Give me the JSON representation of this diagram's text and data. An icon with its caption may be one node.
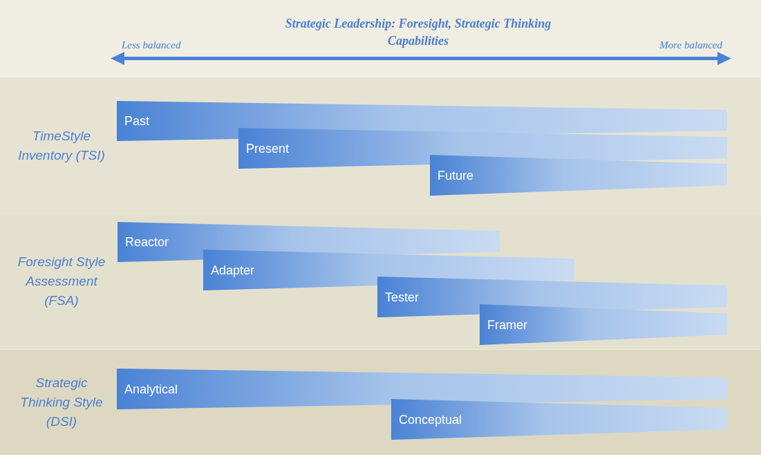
{
  "diagram": {
    "title": "Strategic Leadership: Foresight, Strategic Thinking Capabilities",
    "nodes": [
      {
        "text": [
          "TimeStyle Inventory (TSI)"
        ]
      },
      {
        "text": [
          "Past"
        ],
        "in": 0
      },
      {
        "text": [
          "Present"
        ],
        "in": 0
      },
      {
        "text": [
          "Future"
        ],
        "in": 0
      },
      {
        "text": [
          "Foresight Style Assessment (FSA)"
        ]
      },
      {
        "text": [
          "Reactor"
        ],
        "in": 4
      },
      {
        "text": [
          "Adapter"
        ],
        "in": 4
      },
      {
        "text": [
          "Tester"
        ],
        "in": 4
      },
      {
        "text": [
          "Framer"
        ],
        "in": 4
      },
      {
        "text": [
          "Strategic Thinking Style (DSI)"
        ]
      },
      {
        "text": [
          "Analytical"
        ],
        "in": 9
      },
      {
        "text": [
          "Conceptual"
        ],
        "in": 9
      }
    ],
    "edges": [],
    "labels": [
      "Less balanced",
      "More balanced"
    ]
  }
}
